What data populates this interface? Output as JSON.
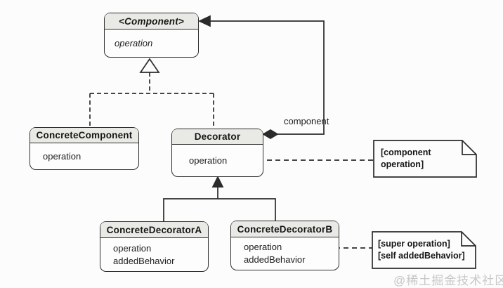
{
  "diagram": {
    "title_implicit": "Decorator pattern class diagram",
    "colors": {
      "background": "#fcfcfc",
      "line": "#2b2b2b",
      "header_fill": "#e9e9e5",
      "box_fill": "#fdfdfd",
      "watermark": "#c7c7c7"
    },
    "classes": [
      {
        "title": "<Component>",
        "abstract": true,
        "members": [
          "operation"
        ]
      },
      {
        "title": "ConcreteComponent",
        "members": [
          "operation"
        ]
      },
      {
        "title": "Decorator",
        "members": [
          "operation"
        ]
      },
      {
        "title": "ConcreteDecoratorA",
        "members": [
          "operation",
          "addedBehavior"
        ]
      },
      {
        "title": "ConcreteDecoratorB",
        "members": [
          "operation",
          "addedBehavior"
        ]
      }
    ],
    "relationships": [
      {
        "type": "realization-dashed",
        "from": "ConcreteComponent",
        "to": "<Component>"
      },
      {
        "type": "realization-dashed",
        "from": "Decorator",
        "to": "<Component>"
      },
      {
        "type": "aggregation",
        "from": "Decorator",
        "to": "<Component>",
        "label": "component"
      },
      {
        "type": "generalization",
        "from": "ConcreteDecoratorA",
        "to": "Decorator"
      },
      {
        "type": "generalization",
        "from": "ConcreteDecoratorB",
        "to": "Decorator"
      }
    ],
    "association_label": "component",
    "notes": [
      {
        "lines": [
          "[component operation]"
        ],
        "attached_to": "Decorator.operation"
      },
      {
        "lines": [
          "[super operation]",
          "[self addedBehavior]"
        ],
        "attached_to": "ConcreteDecoratorB.operation"
      }
    ],
    "watermark": "@稀土掘金技术社区"
  }
}
